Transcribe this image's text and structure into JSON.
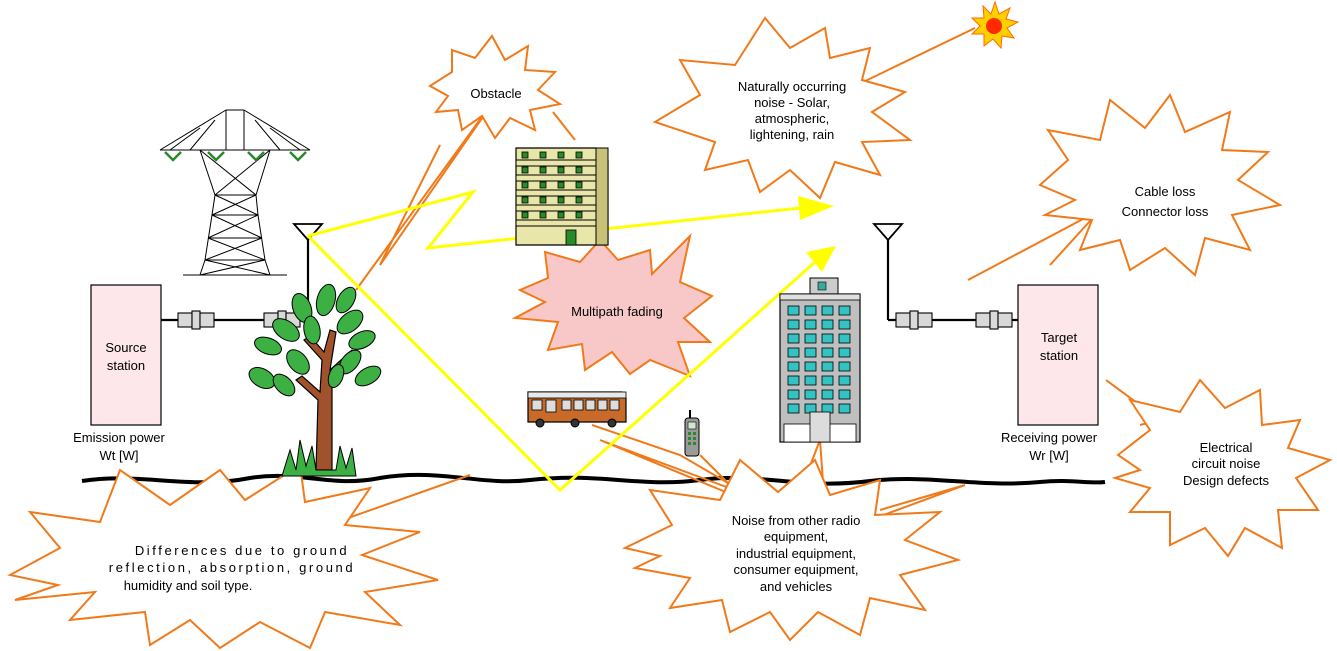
{
  "labels": {
    "source_station": [
      "Source",
      "station"
    ],
    "target_station": [
      "Target",
      "station"
    ],
    "emission_power": [
      "Emission power",
      "Wt [W]"
    ],
    "receiving_power": [
      "Receiving power",
      "Wr [W]"
    ],
    "obstacle": [
      "Obstacle"
    ],
    "natural_noise": [
      "Naturally occurring",
      "noise - Solar,",
      "atmospheric,",
      "lightening, rain"
    ],
    "cable_loss": [
      "Cable loss",
      "Connector loss"
    ],
    "multipath": [
      "Multipath fading"
    ],
    "electrical_noise": [
      "Electrical",
      "circuit noise",
      "Design defects"
    ],
    "ground_differences": [
      "Differences due to ground",
      "reflection, absorption, ground",
      "humidity and soil type."
    ],
    "radio_noise": [
      "Noise from other radio",
      "equipment,",
      "industrial equipment,",
      "consumer equipment,",
      "and vehicles"
    ]
  },
  "colors": {
    "callout": "#f07a1a",
    "signal_path": "#ffff00",
    "station_fill": "#fde7ea",
    "multipath_fill": "#f8c8c8",
    "sun": "#ff2a00"
  },
  "icons": [
    "transmission-tower-icon",
    "tree-icon",
    "apartment-building-icon",
    "office-tower-icon",
    "bus-icon",
    "cordless-phone-icon",
    "sun-icon",
    "antenna-icon"
  ]
}
